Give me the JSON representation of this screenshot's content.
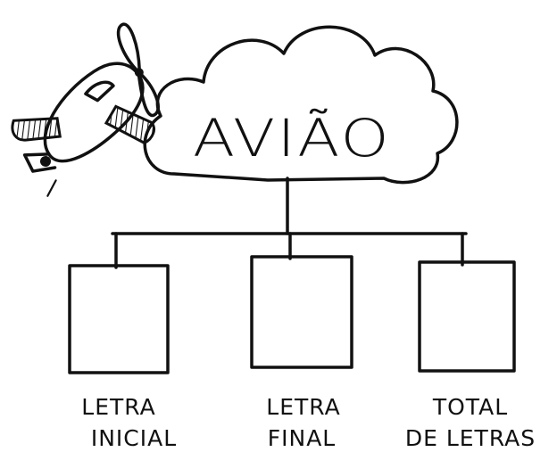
{
  "word": "AVIÃO",
  "boxes": [
    {
      "line1": "LETRA",
      "line2": "INICIAL"
    },
    {
      "line1": "LETRA",
      "line2": "FINAL"
    },
    {
      "line1": "TOTAL",
      "line2": "DE LETRAS"
    }
  ],
  "icons": {
    "figure": "airplane-icon",
    "bubble": "cloud-shape"
  },
  "colors": {
    "ink": "#111111",
    "paper": "#ffffff"
  }
}
